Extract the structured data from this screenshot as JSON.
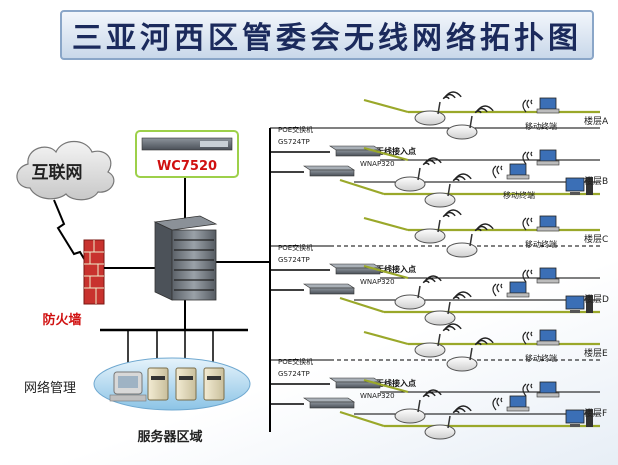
{
  "title": "三亚河西区管委会无线网络拓扑图",
  "internet_label": "互联网",
  "firewall_label": "防火墙",
  "controller_label": "WC7520",
  "mgmt_label": "网络管理",
  "server_area_label": "服务器区域",
  "groups": [
    {
      "switch_title": "POE交换机",
      "switch_model": "GS724TP",
      "ap_title": "楼层无线接入点",
      "ap_model": "WNAP320",
      "terminal_labels": [
        "移动终端",
        "移动终端"
      ],
      "floors": [
        "楼层A",
        "楼层B"
      ]
    },
    {
      "switch_title": "POE交换机",
      "switch_model": "GS724TP",
      "ap_title": "楼层无线接入点",
      "ap_model": "WNAP320",
      "terminal_labels": [
        "移动终端"
      ],
      "floors": [
        "楼层C",
        "楼层D"
      ]
    },
    {
      "switch_title": "POE交换机",
      "switch_model": "GS724TP",
      "ap_title": "楼层无线接入点",
      "ap_model": "WNAP320",
      "terminal_labels": [
        "移动终端"
      ],
      "floors": [
        "楼层E",
        "楼层F"
      ]
    }
  ],
  "colors": {
    "title_text": "#1b2a5c",
    "firewall_label": "#d01010",
    "controller_label": "#d01010",
    "floor_line": "#9aa82a",
    "wire": "#000000"
  }
}
